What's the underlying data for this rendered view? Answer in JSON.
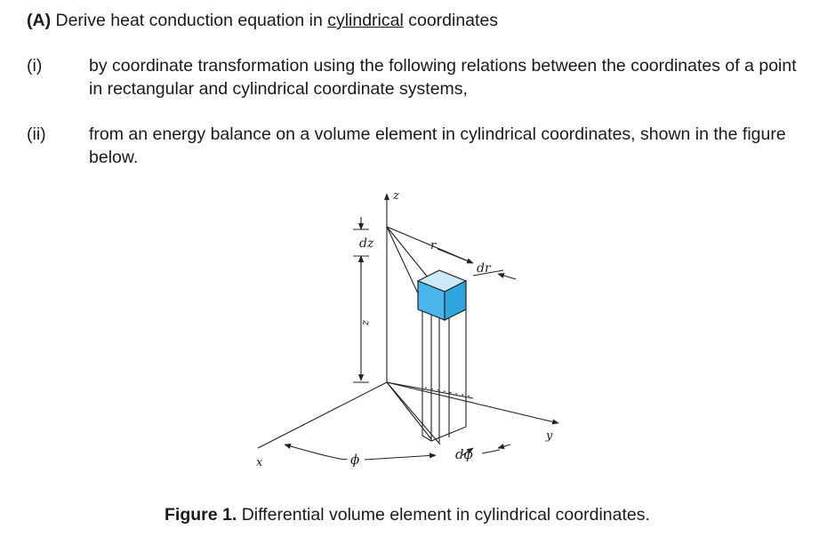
{
  "heading": {
    "label": "(A)",
    "text_before": " Derive heat conduction equation in ",
    "underlined": "cylindrical",
    "text_after": " coordinates"
  },
  "items": [
    {
      "number": "(i)",
      "line1": "by coordinate transformation using the following relations between the coordinates of a point",
      "line2": "in rectangular and cylindrical coordinate systems,"
    },
    {
      "number": "(ii)",
      "line1": "from an energy balance on a volume element in cylindrical coordinates, shown in the figure",
      "line2": "below."
    }
  ],
  "figure": {
    "labels": {
      "z_axis": "z",
      "dz": "dz",
      "z_height": "z",
      "r": "r",
      "dr": "dr",
      "y_axis": "y",
      "x_axis": "x",
      "phi": "ϕ",
      "dphi": "dϕ"
    },
    "colors": {
      "cube_top": "#cde9f8",
      "cube_front": "#48b6ea",
      "cube_side": "#2fa4df",
      "line": "#222222"
    }
  },
  "caption": {
    "label": "Figure 1.",
    "text": " Differential volume element in cylindrical coordinates."
  }
}
